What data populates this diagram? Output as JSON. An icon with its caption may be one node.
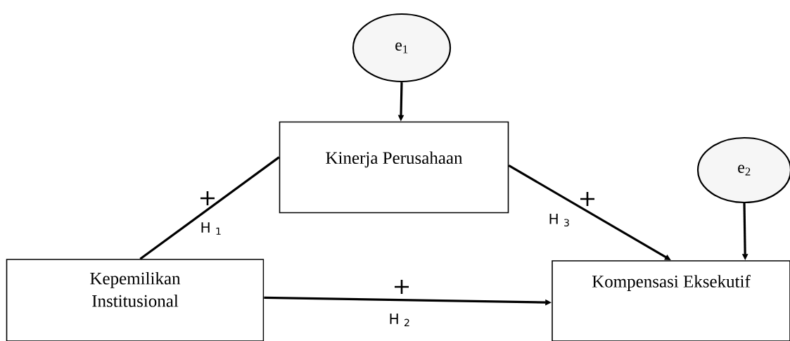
{
  "diagram": {
    "nodes": [
      {
        "text": [
          "e$_{1}$"
        ]
      },
      {
        "text": [
          "Kinerja Perusahaan"
        ]
      },
      {
        "text": [
          "e$_{2}$"
        ]
      },
      {
        "text": [
          "Kepemilikan Institusional"
        ]
      },
      {
        "text": [
          "Kompensasi Eksekutif"
        ]
      }
    ],
    "edges": [
      {
        "from": 0,
        "to": 1,
        "arrow": "to"
      },
      {
        "from": 3,
        "to": 1,
        "arrow": "none",
        "label": "+"
      },
      {
        "from": 3,
        "to": 4,
        "arrow": "to",
        "label": "+"
      },
      {
        "from": 1,
        "to": 4,
        "arrow": "to",
        "label": "+"
      },
      {
        "from": 2,
        "to": 4,
        "arrow": "to"
      }
    ],
    "labels": [
      "H $_{1}$",
      "H $_{3}$",
      "H $_{2}$"
    ]
  }
}
